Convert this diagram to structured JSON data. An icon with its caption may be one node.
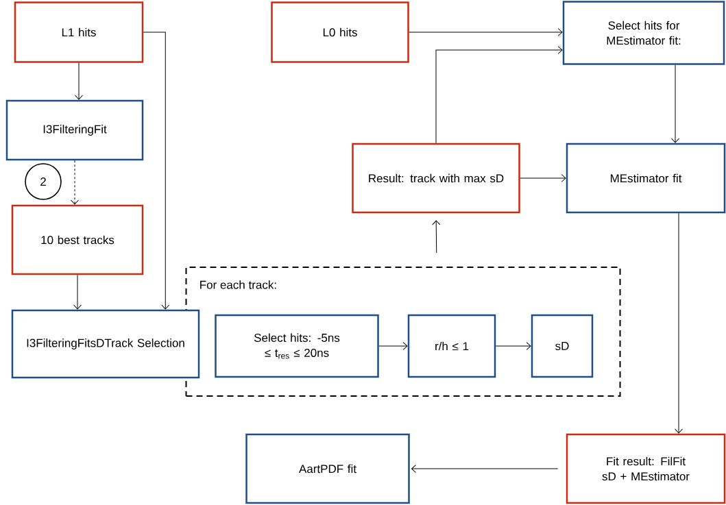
{
  "diagram": {
    "nodes": [
      {
        "text": [
          "L1 hits"
        ]
      },
      {
        "text": [
          "I3FilteringFit"
        ]
      },
      {
        "text": [
          "2"
        ]
      },
      {
        "text": [
          "10 best tracks"
        ]
      },
      {
        "text": [
          "I3FilteringFitsDTrack Selection"
        ]
      },
      {
        "text": [
          "L0 hits"
        ]
      },
      {
        "text": [
          "Select hits for MEstimator fit:"
        ]
      },
      {
        "text": [
          "Result: track with max sD"
        ]
      },
      {
        "text": [
          "MEstimator fit"
        ]
      },
      {
        "text": [
          "For each track:"
        ]
      },
      {
        "text": [
          "Select hits: -5ns ≤ t$_{res}$ ≤ 20ns"
        ],
        "in": 9
      },
      {
        "text": [
          "r/h ≤ 1"
        ],
        "in": 9
      },
      {
        "text": [
          "sD"
        ],
        "in": 9
      },
      {
        "text": [
          "Fit result: FilFit sD + MEstimator"
        ]
      },
      {
        "text": [
          "AartPDF fit"
        ]
      }
    ],
    "edges": [
      {
        "from": 0,
        "to": 1,
        "arrow": "to"
      },
      {
        "from": 1,
        "to": 3,
        "arrow": "to",
        "style": "dashed"
      },
      {
        "from": 3,
        "to": 4,
        "arrow": "to"
      },
      {
        "from": 0,
        "to": 4,
        "arrow": "to"
      },
      {
        "from": 5,
        "to": 6,
        "arrow": "to"
      },
      {
        "from": 7,
        "to": 6,
        "arrow": "to"
      },
      {
        "from": 6,
        "to": 8,
        "arrow": "to"
      },
      {
        "from": 7,
        "to": 8,
        "arrow": "to"
      },
      {
        "from": 9,
        "to": 7,
        "arrow": "to"
      },
      {
        "from": 10,
        "to": 11,
        "arrow": "to"
      },
      {
        "from": 11,
        "to": 12,
        "arrow": "to"
      },
      {
        "from": 8,
        "to": 13,
        "arrow": "to"
      },
      {
        "from": 13,
        "to": 14,
        "arrow": "to"
      }
    ]
  }
}
